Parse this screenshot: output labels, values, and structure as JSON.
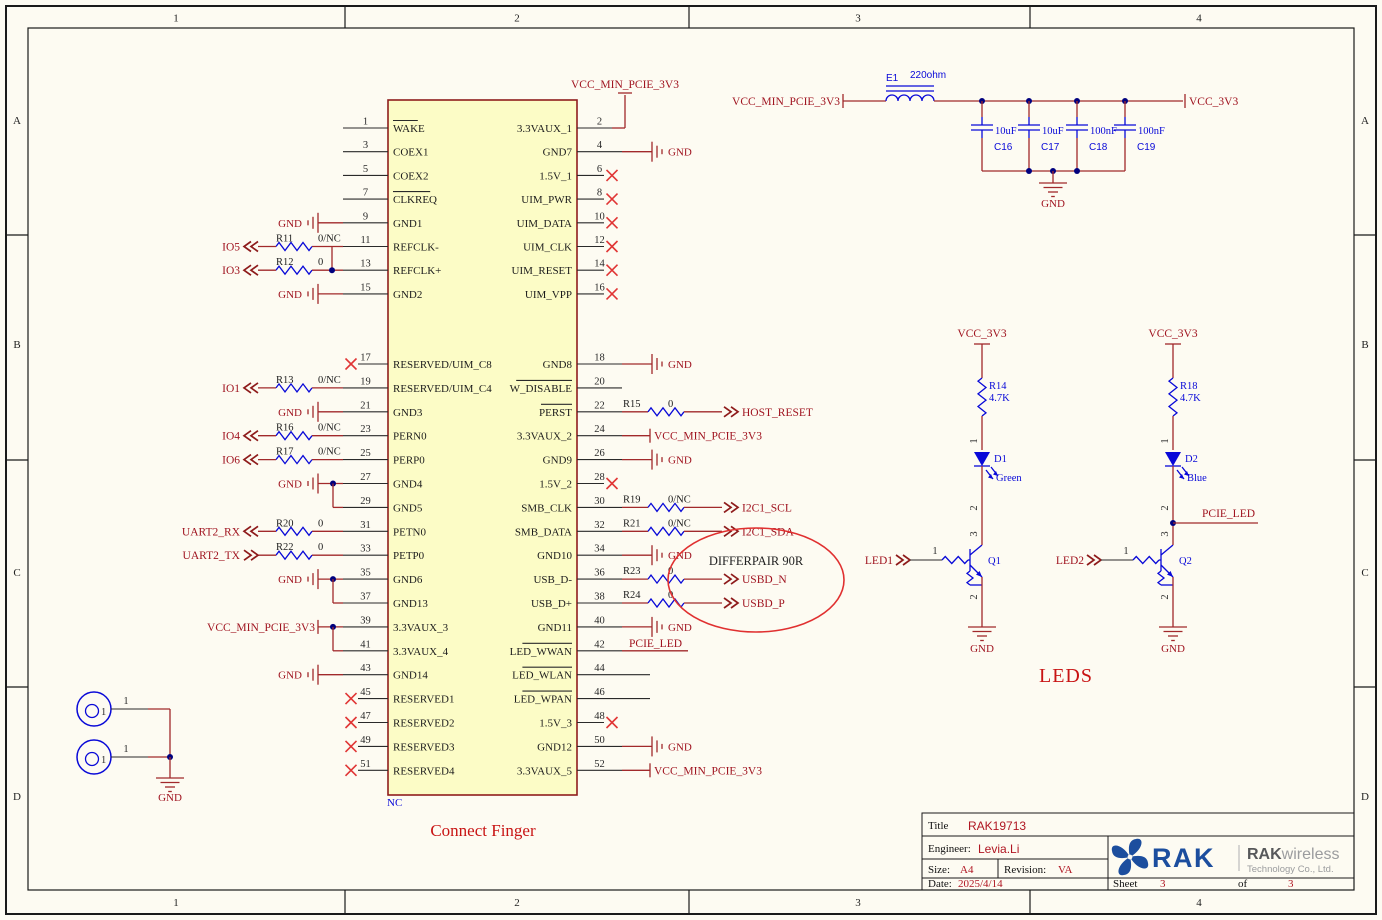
{
  "frame": {
    "cols": [
      "1",
      "2",
      "3",
      "4"
    ],
    "rows": [
      "A",
      "B",
      "C",
      "D"
    ]
  },
  "connector": {
    "title": "Connect Finger",
    "designator": "NC",
    "pins_left": [
      {
        "n": "1",
        "name": "WAKE",
        "bar": 1,
        "e": "stub"
      },
      {
        "n": "3",
        "name": "COEX1",
        "e": "stub"
      },
      {
        "n": "5",
        "name": "COEX2",
        "e": "stub"
      },
      {
        "n": "7",
        "name": "CLKREQ",
        "bar": 1,
        "e": "stub"
      },
      {
        "n": "9",
        "name": "GND1",
        "e": "gnd",
        "net": "GND"
      },
      {
        "n": "11",
        "name": "REFCLK-",
        "e": "res",
        "ref": "R11",
        "val": "0/NC",
        "net": "IO5",
        "chev": "in",
        "tie": 1
      },
      {
        "n": "13",
        "name": "REFCLK+",
        "e": "res",
        "ref": "R12",
        "val": "0",
        "net": "IO3",
        "chev": "in",
        "dot": 1
      },
      {
        "n": "15",
        "name": "GND2",
        "e": "gnd",
        "net": "GND"
      },
      {
        "n": "17",
        "name": "RESERVED/UIM_C8",
        "e": "nc"
      },
      {
        "n": "19",
        "name": "RESERVED/UIM_C4",
        "e": "res",
        "ref": "R13",
        "val": "0/NC",
        "net": "IO1",
        "chev": "in"
      },
      {
        "n": "21",
        "name": "GND3",
        "e": "gnd",
        "net": "GND"
      },
      {
        "n": "23",
        "name": "PERN0",
        "e": "res",
        "ref": "R16",
        "val": "0/NC",
        "net": "IO4",
        "chev": "in"
      },
      {
        "n": "25",
        "name": "PERP0",
        "e": "res",
        "ref": "R17",
        "val": "0/NC",
        "net": "IO6",
        "chev": "in"
      },
      {
        "n": "27",
        "name": "GND4",
        "e": "gnd",
        "net": "GND",
        "tie": 1
      },
      {
        "n": "29",
        "name": "GND5",
        "e": "tieup"
      },
      {
        "n": "31",
        "name": "PETN0",
        "e": "res",
        "ref": "R20",
        "val": "0",
        "net": "UART2_RX",
        "chev": "in"
      },
      {
        "n": "33",
        "name": "PETP0",
        "e": "res",
        "ref": "R22",
        "val": "0",
        "net": "UART2_TX",
        "chev": "out"
      },
      {
        "n": "35",
        "name": "GND6",
        "e": "gnd",
        "net": "GND",
        "tie": 1
      },
      {
        "n": "37",
        "name": "GND13",
        "e": "tieup"
      },
      {
        "n": "39",
        "name": "3.3VAUX_3",
        "e": "pwr",
        "net": "VCC_MIN_PCIE_3V3",
        "tie": 1
      },
      {
        "n": "41",
        "name": "3.3VAUX_4",
        "e": "tieup"
      },
      {
        "n": "43",
        "name": "GND14",
        "e": "gnd",
        "net": "GND"
      },
      {
        "n": "45",
        "name": "RESERVED1",
        "e": "nc"
      },
      {
        "n": "47",
        "name": "RESERVED2",
        "e": "nc"
      },
      {
        "n": "49",
        "name": "RESERVED3",
        "e": "nc"
      },
      {
        "n": "51",
        "name": "RESERVED4",
        "e": "nc"
      }
    ],
    "pins_right": [
      {
        "n": "2",
        "name": "3.3VAUX_1",
        "e": "pwrup",
        "net": "VCC_MIN_PCIE_3V3"
      },
      {
        "n": "4",
        "name": "GND7",
        "e": "gnd",
        "net": "GND"
      },
      {
        "n": "6",
        "name": "1.5V_1",
        "e": "nc"
      },
      {
        "n": "8",
        "name": "UIM_PWR",
        "e": "nc"
      },
      {
        "n": "10",
        "name": "UIM_DATA",
        "e": "nc"
      },
      {
        "n": "12",
        "name": "UIM_CLK",
        "e": "nc"
      },
      {
        "n": "14",
        "name": "UIM_RESET",
        "e": "nc"
      },
      {
        "n": "16",
        "name": "UIM_VPP",
        "e": "nc"
      },
      {
        "n": "18",
        "name": "GND8",
        "e": "gnd",
        "net": "GND"
      },
      {
        "n": "20",
        "name": "W_DISABLE",
        "bar": 1,
        "e": "stub"
      },
      {
        "n": "22",
        "name": "PERST",
        "bar": 1,
        "e": "res",
        "ref": "R15",
        "val": "0",
        "net": "HOST_RESET"
      },
      {
        "n": "24",
        "name": "3.3VAUX_2",
        "e": "pwr",
        "net": "VCC_MIN_PCIE_3V3"
      },
      {
        "n": "26",
        "name": "GND9",
        "e": "gnd",
        "net": "GND"
      },
      {
        "n": "28",
        "name": "1.5V_2",
        "e": "nc"
      },
      {
        "n": "30",
        "name": "SMB_CLK",
        "e": "res",
        "ref": "R19",
        "val": "0/NC",
        "net": "I2C1_SCL"
      },
      {
        "n": "32",
        "name": "SMB_DATA",
        "e": "res",
        "ref": "R21",
        "val": "0/NC",
        "net": "I2C1_SDA"
      },
      {
        "n": "34",
        "name": "GND10",
        "e": "gnd",
        "net": "GND"
      },
      {
        "n": "36",
        "name": "USB_D-",
        "e": "res",
        "ref": "R23",
        "val": "0",
        "net": "USBD_N"
      },
      {
        "n": "38",
        "name": "USB_D+",
        "e": "res",
        "ref": "R24",
        "val": "0",
        "net": "USBD_P"
      },
      {
        "n": "40",
        "name": "GND11",
        "e": "gnd",
        "net": "GND"
      },
      {
        "n": "42",
        "name": "LED_WWAN",
        "bar": 1,
        "e": "netlbl",
        "net": "PCIE_LED"
      },
      {
        "n": "44",
        "name": "LED_WLAN",
        "bar": 1,
        "e": "stub2"
      },
      {
        "n": "46",
        "name": "LED_WPAN",
        "bar": 1,
        "e": "stub2"
      },
      {
        "n": "48",
        "name": "1.5V_3",
        "e": "nc"
      },
      {
        "n": "50",
        "name": "GND12",
        "e": "gnd",
        "net": "GND"
      },
      {
        "n": "52",
        "name": "3.3VAUX_5",
        "e": "pwr",
        "net": "VCC_MIN_PCIE_3V3"
      }
    ]
  },
  "filter": {
    "net_in": "VCC_MIN_PCIE_3V3",
    "bead_ref": "E1",
    "bead_val": "220ohm",
    "caps": [
      {
        "ref": "C16",
        "val": "10uF"
      },
      {
        "ref": "C17",
        "val": "10uF"
      },
      {
        "ref": "C18",
        "val": "100nF"
      },
      {
        "ref": "C19",
        "val": "100nF"
      }
    ],
    "net_out": "VCC_3V3",
    "gnd": "GND"
  },
  "led": {
    "caption": "LEDS",
    "circuits": [
      {
        "vcc": "VCC_3V3",
        "res_ref": "R14",
        "res_val": "4.7K",
        "led_ref": "D1",
        "led_color": "Green",
        "q": "Q1",
        "port": "LED1",
        "net": "",
        "p_top": "1",
        "p_mid": "2",
        "p_col": "3",
        "p_em": "2",
        "p_base": "1",
        "gnd": "GND"
      },
      {
        "vcc": "VCC_3V3",
        "res_ref": "R18",
        "res_val": "4.7K",
        "led_ref": "D2",
        "led_color": "Blue",
        "q": "Q2",
        "port": "LED2",
        "net": "PCIE_LED",
        "p_top": "1",
        "p_mid": "2",
        "p_col": "3",
        "p_em": "2",
        "p_base": "1",
        "gnd": "GND"
      }
    ]
  },
  "holes": {
    "items": [
      {
        "pin": "1",
        "des": "1"
      },
      {
        "pin": "1",
        "des": "1"
      }
    ],
    "gnd": "GND"
  },
  "annotations": {
    "differpair": "DIFFERPAIR 90R"
  },
  "title_block": {
    "title_label": "Title",
    "title": "RAK19713",
    "engineer_label": "Engineer:",
    "engineer": "Levia.Li",
    "size_label": "Size:",
    "size": "A4",
    "revision_label": "Revision:",
    "revision": "VA",
    "date_label": "Date:",
    "date": "2025/4/14",
    "sheet_label": "Sheet",
    "sheet": "3",
    "of_label": "of",
    "total": "3",
    "logo_text": "RAK",
    "brand_bold": "RAK",
    "brand_light": "wireless",
    "brand_sub": "Technology Co., Ltd."
  },
  "colors": {
    "wire": "#A1292B",
    "net_label": "#A01420",
    "component_blue": "#0909D8",
    "no_connect": "#E03535",
    "annotate_red": "#C81414",
    "connector_fill": "#FCFCC6",
    "connector_border": "#8F1D1D",
    "rak_blue": "#1C4E9E",
    "junction": "#00007E"
  }
}
